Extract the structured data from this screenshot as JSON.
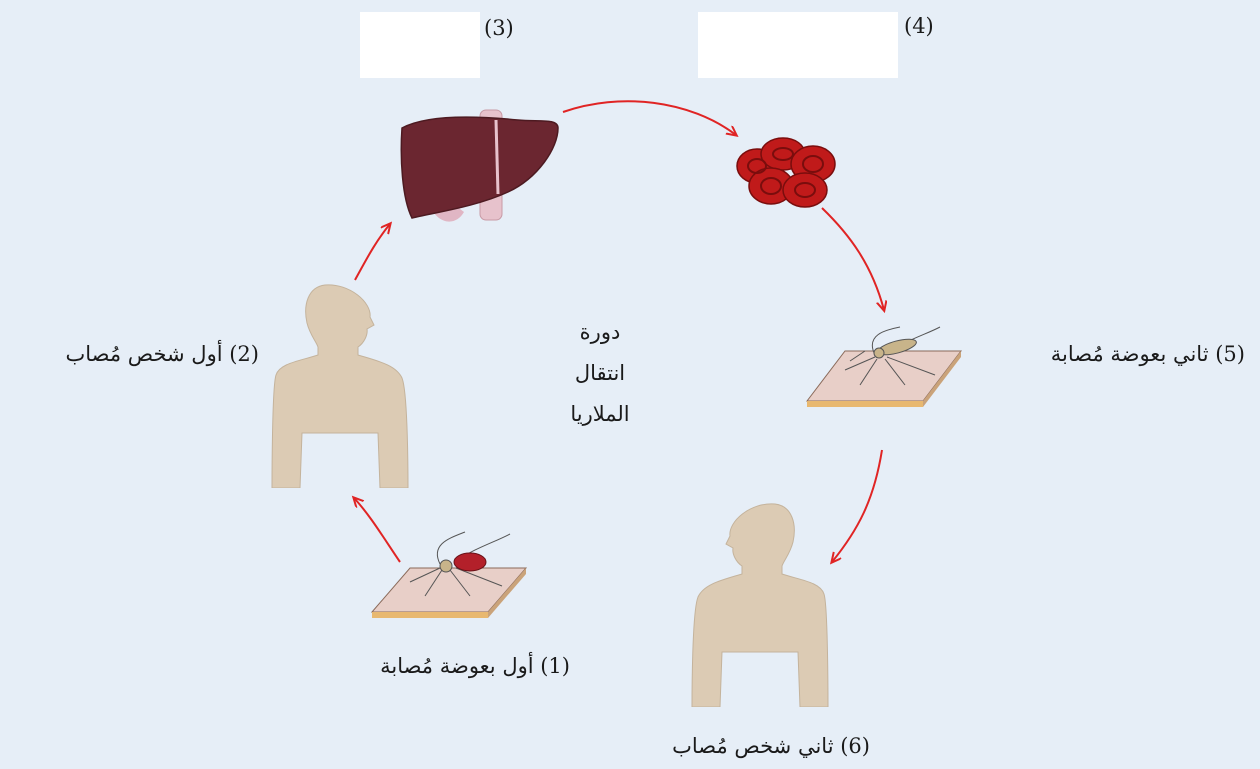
{
  "title_lines": [
    "دورة",
    "انتقال",
    "الملاريا"
  ],
  "stages": {
    "s1": "(1) أول بعوضة مُصابة",
    "s2": "(2) أول شخص مُصاب",
    "s3": "(3)",
    "s4": "(4)",
    "s5": "(5) ثاني بعوضة مُصابة",
    "s6": "(6) ثاني شخص مُصاب"
  },
  "colors": {
    "background": "#e6eef7",
    "arrow": "#e02424",
    "skin": "#dccbb4",
    "liver": "#6b2630",
    "blood_cell": "#c01a1a",
    "board": "#e8cfc8"
  },
  "icons": [
    "mosquito-icon",
    "human-silhouette-icon",
    "liver-icon",
    "red-blood-cells-icon"
  ]
}
